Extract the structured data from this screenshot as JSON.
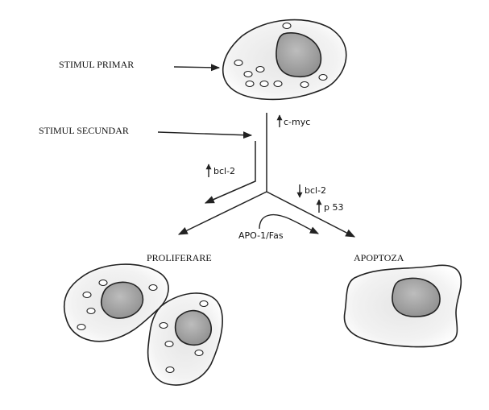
{
  "labels": {
    "stimul_primar": "STIMUL PRIMAR",
    "stimul_secundar": "STIMUL SECUNDAR",
    "proliferare": "PROLIFERARE",
    "apoptoza": "APOPTOZA"
  },
  "genes": {
    "c_myc": "c-myc",
    "bcl2_left": "bcl-2",
    "bcl2_right": "bcl-2",
    "p53": "p 53",
    "apo_fas": "APO-1/Fas"
  }
}
